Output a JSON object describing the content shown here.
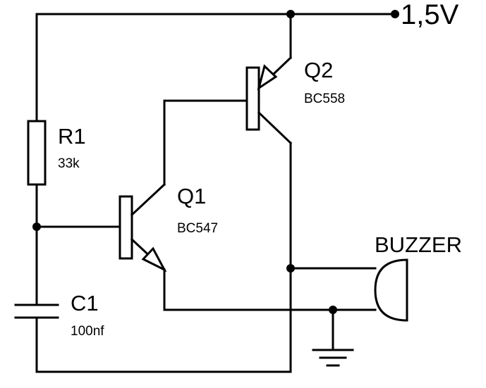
{
  "supply": {
    "label": "1,5V"
  },
  "components": {
    "r1": {
      "ref": "R1",
      "value": "33k"
    },
    "c1": {
      "ref": "C1",
      "value": "100nf"
    },
    "q1": {
      "ref": "Q1",
      "part": "BC547"
    },
    "q2": {
      "ref": "Q2",
      "part": "BC558"
    },
    "buzzer": {
      "label": "BUZZER"
    }
  }
}
